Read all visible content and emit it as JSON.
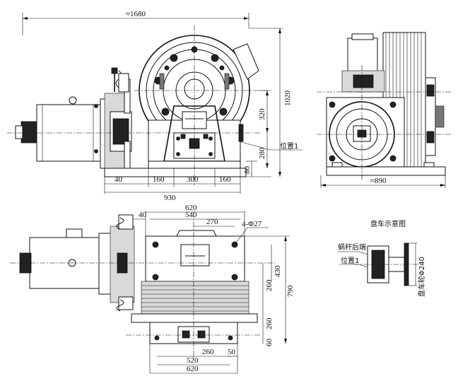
{
  "front_view": {
    "dim_total_width": "≈1680",
    "dim_height_total": "1020",
    "dim_height_upper": "320",
    "dim_height_mid": "280",
    "dim_height_base": "80",
    "dim_left_40": "40",
    "dim_base_160_left": "160",
    "dim_base_300": "300",
    "dim_base_160_right": "160",
    "dim_base_930": "930",
    "label_position": "位置1"
  },
  "side_view": {
    "dim_width": "≈890"
  },
  "top_view": {
    "dim_620_top": "620",
    "dim_540": "540",
    "dim_40": "40",
    "dim_270": "270",
    "hole_spec": "4-Φ27",
    "dim_430": "430",
    "dim_790": "790",
    "dim_260_a": "260",
    "dim_260_b": "260",
    "dim_60": "60",
    "dim_260_bottom": "260",
    "dim_50": "50",
    "dim_520": "520",
    "dim_620_bottom": "620"
  },
  "turning_diagram": {
    "title": "盘车示意图",
    "label_worm_end": "蜗杆后端",
    "label_position": "位置1",
    "label_handwheel": "盘车轮Φ240"
  }
}
